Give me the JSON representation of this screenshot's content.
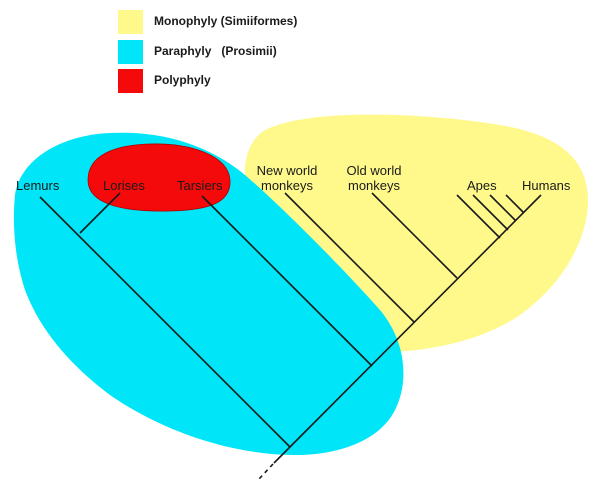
{
  "legend": [
    {
      "label": "Monophyly (Simiiformes)",
      "color": "#fff98c"
    },
    {
      "label": "Paraphyly   (Prosimii)",
      "color": "#00e5f7"
    },
    {
      "label": "Polyphyly",
      "color": "#f40a0a"
    }
  ],
  "taxa": {
    "lemurs": "Lemurs",
    "lorises": "Lorises",
    "tarsiers": "Tarsiers",
    "new_world_1": "New world",
    "new_world_2": "monkeys",
    "old_world_1": "Old world",
    "old_world_2": "monkeys",
    "apes": "Apes",
    "humans": "Humans"
  },
  "colors": {
    "monophyly": "#fff98c",
    "paraphyly": "#00e5f7",
    "polyphyly": "#f40a0a",
    "branch": "#1a1a1a"
  }
}
